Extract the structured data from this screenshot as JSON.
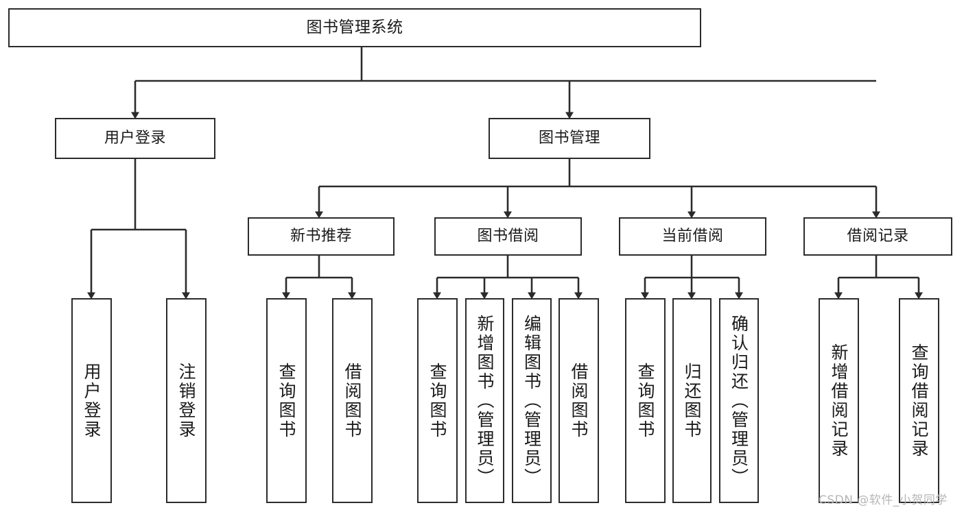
{
  "diagram": {
    "title": "图书管理系统",
    "watermark": "CSDN @软件_小贺同学",
    "colors": {
      "stroke": "#2b2b2b",
      "fill": "#ffffff",
      "text": "#1a1a1a",
      "watermark": "#b6b6b6"
    },
    "root": {
      "label": "图书管理系统"
    },
    "level2": [
      {
        "label": "用户登录"
      },
      {
        "label": "图书管理"
      }
    ],
    "level3": [
      {
        "label": "新书推荐"
      },
      {
        "label": "图书借阅"
      },
      {
        "label": "当前借阅"
      },
      {
        "label": "借阅记录"
      }
    ],
    "leaves": {
      "user_login": [
        {
          "label": "用户登录"
        },
        {
          "label": "注销登录"
        }
      ],
      "new_book": [
        {
          "label": "查询图书"
        },
        {
          "label": "借阅图书"
        }
      ],
      "book_borrow": [
        {
          "label": "查询图书"
        },
        {
          "label": "新增图书（管理员）"
        },
        {
          "label": "编辑图书（管理员）"
        },
        {
          "label": "借阅图书"
        }
      ],
      "current_borrow": [
        {
          "label": "查询图书"
        },
        {
          "label": "归还图书"
        },
        {
          "label": "确认归还（管理员）"
        }
      ],
      "borrow_record": [
        {
          "label": "新增借阅记录"
        },
        {
          "label": "查询借阅记录"
        }
      ]
    }
  }
}
